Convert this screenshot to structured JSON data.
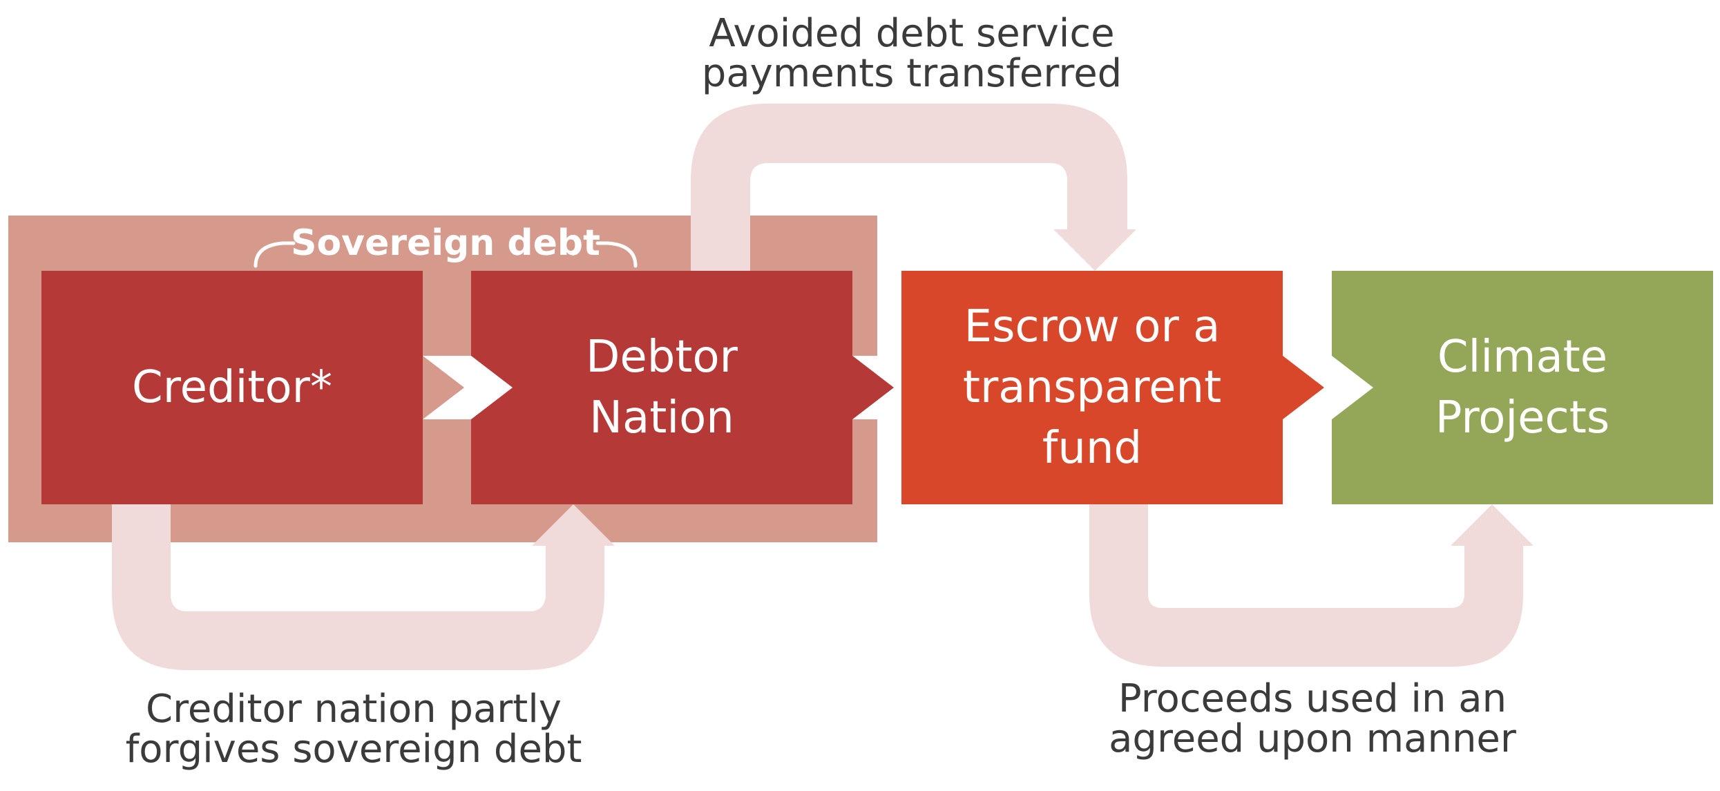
{
  "colors": {
    "group_background": "#d59a8c",
    "creditor_box": "#b43937",
    "debtor_box": "#b43937",
    "escrow_box": "#d9472b",
    "climate_box": "#94a758",
    "flow_arrow": "#f1dada",
    "chevron": "#ffffff",
    "text_dark": "#3b3b3b",
    "text_light": "#ffffff"
  },
  "diagram": {
    "group_label": "Sovereign debt",
    "nodes": {
      "creditor": {
        "lines": [
          "Creditor*"
        ]
      },
      "debtor": {
        "lines": [
          "Debtor",
          "Nation"
        ]
      },
      "escrow": {
        "lines": [
          "Escrow or a",
          "transparent",
          "fund"
        ]
      },
      "climate": {
        "lines": [
          "Climate",
          "Projects"
        ]
      }
    },
    "flows": {
      "forgive": {
        "lines": [
          "Creditor nation partly",
          "forgives sovereign debt"
        ]
      },
      "transfer": {
        "lines": [
          "Avoided debt service",
          "payments transferred"
        ]
      },
      "proceeds": {
        "lines": [
          "Proceeds used in an",
          "agreed upon manner"
        ]
      }
    }
  }
}
